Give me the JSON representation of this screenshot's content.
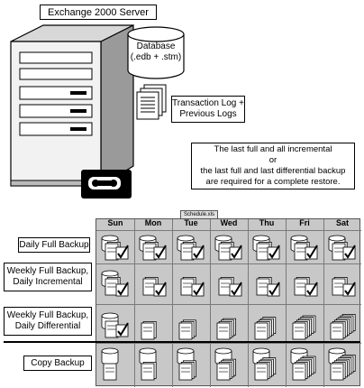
{
  "server": {
    "title": "Exchange 2000 Server",
    "database_label": "Database",
    "database_ext": "(.edb + .stm)",
    "log_label_line1": "Transaction Log +",
    "log_label_line2": "Previous Logs"
  },
  "note": {
    "line1": "The last full and all incremental",
    "line2": "or",
    "line3": "the last full and last differential backup",
    "line4": "are required for a complete restore."
  },
  "schedule": {
    "file_tab": "Schedule.xls",
    "days": [
      "Sun",
      "Mon",
      "Tue",
      "Wed",
      "Thu",
      "Fri",
      "Sat"
    ],
    "rows": [
      {
        "label_line1": "Daily Full Backup",
        "label_line2": "",
        "pattern": "full-check"
      },
      {
        "label_line1": "Weekly Full Backup,",
        "label_line2": "Daily Incremental",
        "pattern": "incremental-check"
      },
      {
        "label_line1": "Weekly Full Backup,",
        "label_line2": "Daily Differential",
        "pattern": "differential"
      },
      {
        "label_line1": "Copy Backup",
        "label_line2": "",
        "pattern": "copy"
      }
    ]
  },
  "colors": {
    "grid_bg": "#c8c8c8",
    "grid_line": "#7a7a7a"
  }
}
